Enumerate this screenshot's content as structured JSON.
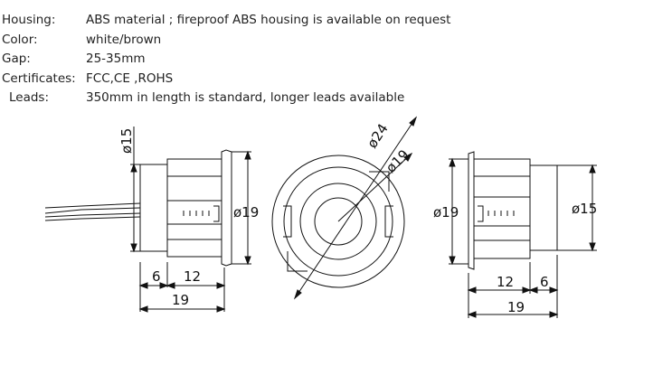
{
  "specs": [
    {
      "label": "Housing:",
      "value": "ABS material ; fireproof ABS housing is available on request"
    },
    {
      "label": "Color:",
      "value": "white/brown"
    },
    {
      "label": "Gap:",
      "value": "25-35mm"
    },
    {
      "label": "Certificates:",
      "value": "FCC,CE ,ROHS"
    },
    {
      "label": "Leads:",
      "value": "350mm in length is standard, longer leads available"
    }
  ],
  "drawing": {
    "left_view": {
      "dia_outer": "ø19",
      "dia_inner": "ø15",
      "dim_a": "6",
      "dim_b": "12",
      "dim_total": "19"
    },
    "front_view": {
      "dia_outer": "ø24",
      "dia_inner": "ø19"
    },
    "right_view": {
      "dia_outer": "ø19",
      "dia_inner": "ø15",
      "dim_a": "12",
      "dim_b": "6",
      "dim_total": "19"
    }
  },
  "colors": {
    "text": "#222222",
    "line": "#111111"
  }
}
